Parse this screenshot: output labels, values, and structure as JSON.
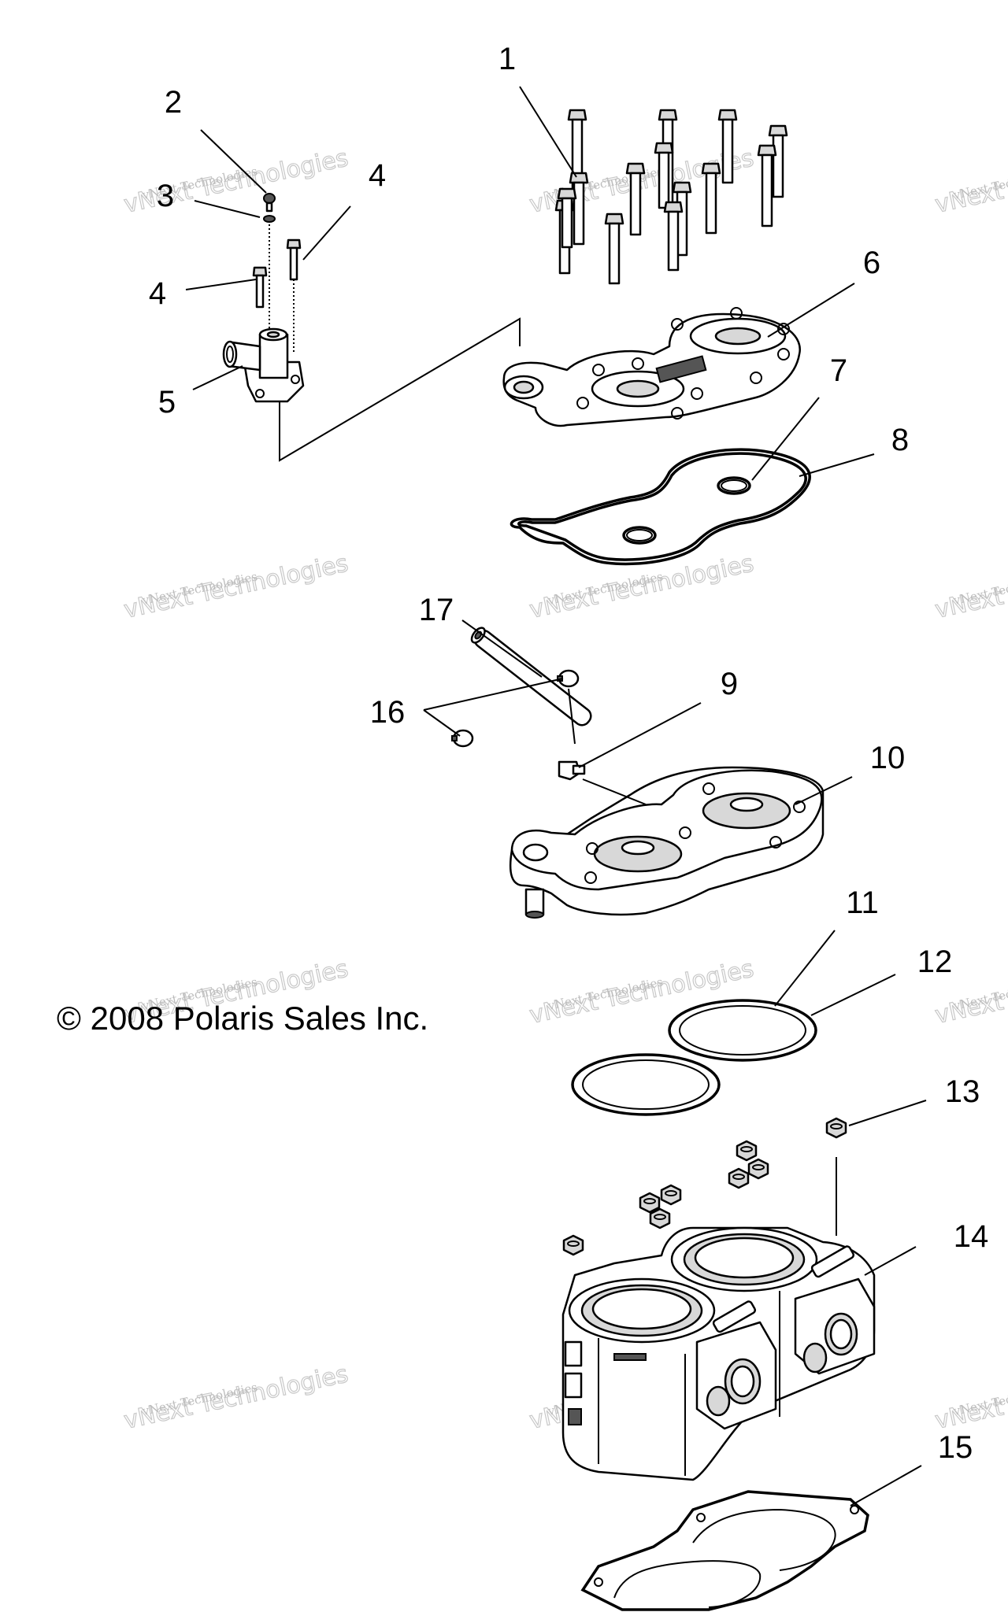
{
  "diagram": {
    "callouts": [
      {
        "id": "1",
        "label": "1"
      },
      {
        "id": "2",
        "label": "2"
      },
      {
        "id": "3",
        "label": "3"
      },
      {
        "id": "4a",
        "label": "4"
      },
      {
        "id": "4b",
        "label": "4"
      },
      {
        "id": "5",
        "label": "5"
      },
      {
        "id": "6",
        "label": "6"
      },
      {
        "id": "7",
        "label": "7"
      },
      {
        "id": "8",
        "label": "8"
      },
      {
        "id": "9",
        "label": "9"
      },
      {
        "id": "10",
        "label": "10"
      },
      {
        "id": "11",
        "label": "11"
      },
      {
        "id": "12",
        "label": "12"
      },
      {
        "id": "13",
        "label": "13"
      },
      {
        "id": "14",
        "label": "14"
      },
      {
        "id": "15",
        "label": "15"
      },
      {
        "id": "16",
        "label": "16"
      },
      {
        "id": "17",
        "label": "17"
      }
    ],
    "copyright": "© 2008 Polaris Sales Inc.",
    "watermark": {
      "line1": "vNext Technologies",
      "big": "vNext Technologies"
    }
  }
}
